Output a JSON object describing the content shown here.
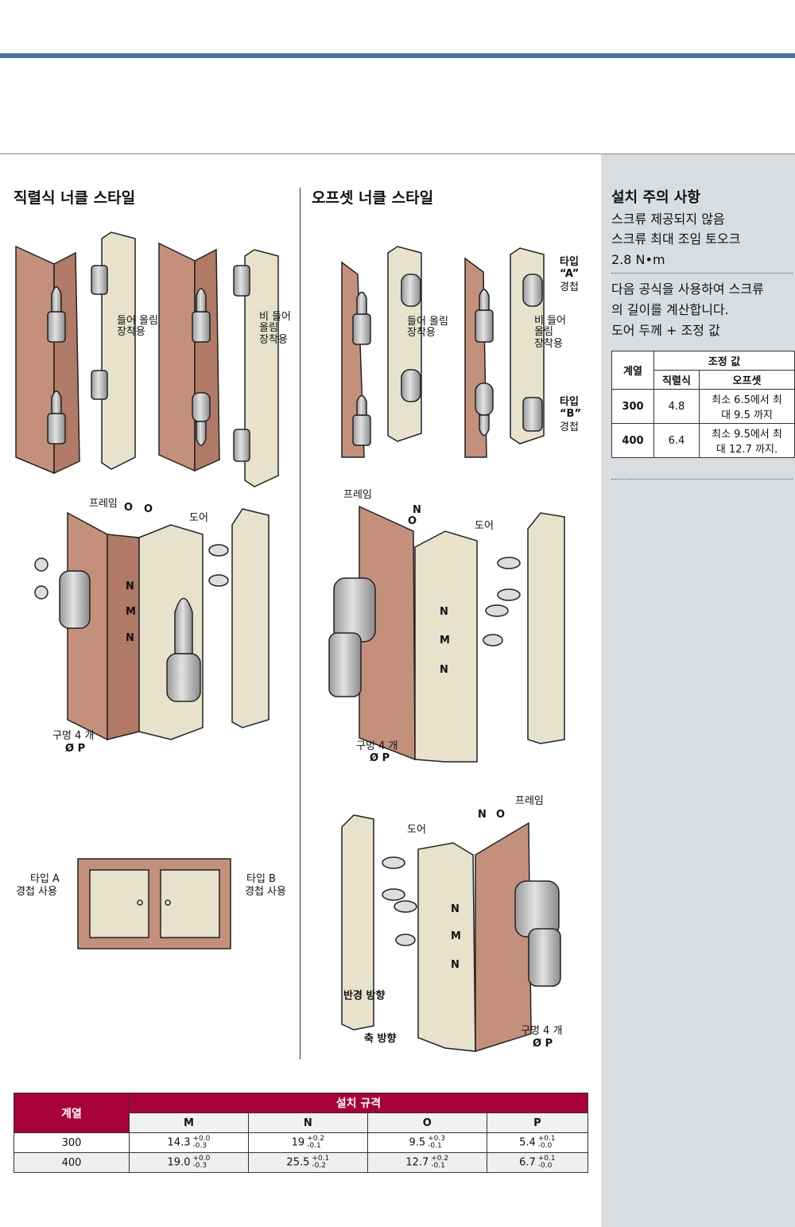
{
  "headings": {
    "straight": "직렬식 너클 스타일",
    "offset": "오프셋 너클 스타일"
  },
  "sidebar": {
    "title": "설치 주의 사항",
    "lines": [
      "스크류 제공되지 않음",
      "스크류 최대 조임 토오크",
      "2.8 N•m"
    ],
    "formula_lines": [
      "다음 공식을 사용하여 스크류",
      "의 길이를 계산합니다.",
      "도어 두께 + 조정 값"
    ],
    "table": {
      "col_series": "계열",
      "col_adjust": "조정 값",
      "col_straight": "직렬식",
      "col_offset": "오프셋",
      "rows": [
        {
          "series": "300",
          "straight": "4.8",
          "offset_l1": "최소 6.5에서 최",
          "offset_l2": "대 9.5 까지"
        },
        {
          "series": "400",
          "straight": "6.4",
          "offset_l1": "최소 9.5에서 최",
          "offset_l2": "대 12.7 까지."
        }
      ]
    }
  },
  "labels": {
    "lift_off": [
      "들어 올림",
      "장착용"
    ],
    "non_lift_off": [
      "비 들어",
      "올림",
      "장착용"
    ],
    "lift_off_2": [
      "들어 올림",
      "장착용"
    ],
    "non_lift_off_2": [
      "비 들어",
      "올림",
      "장착용"
    ],
    "type_a": [
      "타입",
      "“A”",
      "경첩"
    ],
    "type_b": [
      "타입",
      "“B”",
      "경첩"
    ],
    "frame": "프레임",
    "door": "도어",
    "holes": [
      "구멍 4 개",
      "Ø P"
    ],
    "type_a_use": [
      "타입 A",
      "경첩 사용"
    ],
    "type_b_use": [
      "타입 B",
      "경첩 사용"
    ],
    "radial": "반경 방향",
    "axial": "축 방향",
    "dim_o": "O",
    "dim_n": "N",
    "dim_m": "M"
  },
  "specs": {
    "col_series": "계열",
    "col_group": "설치 규격",
    "cols": [
      "M",
      "N",
      "O",
      "P"
    ],
    "rows": [
      {
        "series": "300",
        "m": "14.3",
        "m_hi": "+0.0",
        "m_lo": "-0.3",
        "n": "19",
        "n_hi": "+0.2",
        "n_lo": "-0.1",
        "o": "9.5",
        "o_hi": "+0.3",
        "o_lo": "-0.1",
        "p": "5.4",
        "p_hi": "+0.1",
        "p_lo": "-0.0"
      },
      {
        "series": "400",
        "m": "19.0",
        "m_hi": "+0.0",
        "m_lo": "-0.3",
        "n": "25.5",
        "n_hi": "+0.1",
        "n_lo": "-0.2",
        "o": "12.7",
        "o_hi": "+0.2",
        "o_lo": "-0.1",
        "p": "6.7",
        "p_hi": "+0.1",
        "p_lo": "-0.0"
      }
    ]
  },
  "colors": {
    "accent": "#4a72a8",
    "table_header": "#a8003a",
    "frame": "#c4907c",
    "door": "#e6e2cc",
    "hinge": "#c4c4c4"
  }
}
